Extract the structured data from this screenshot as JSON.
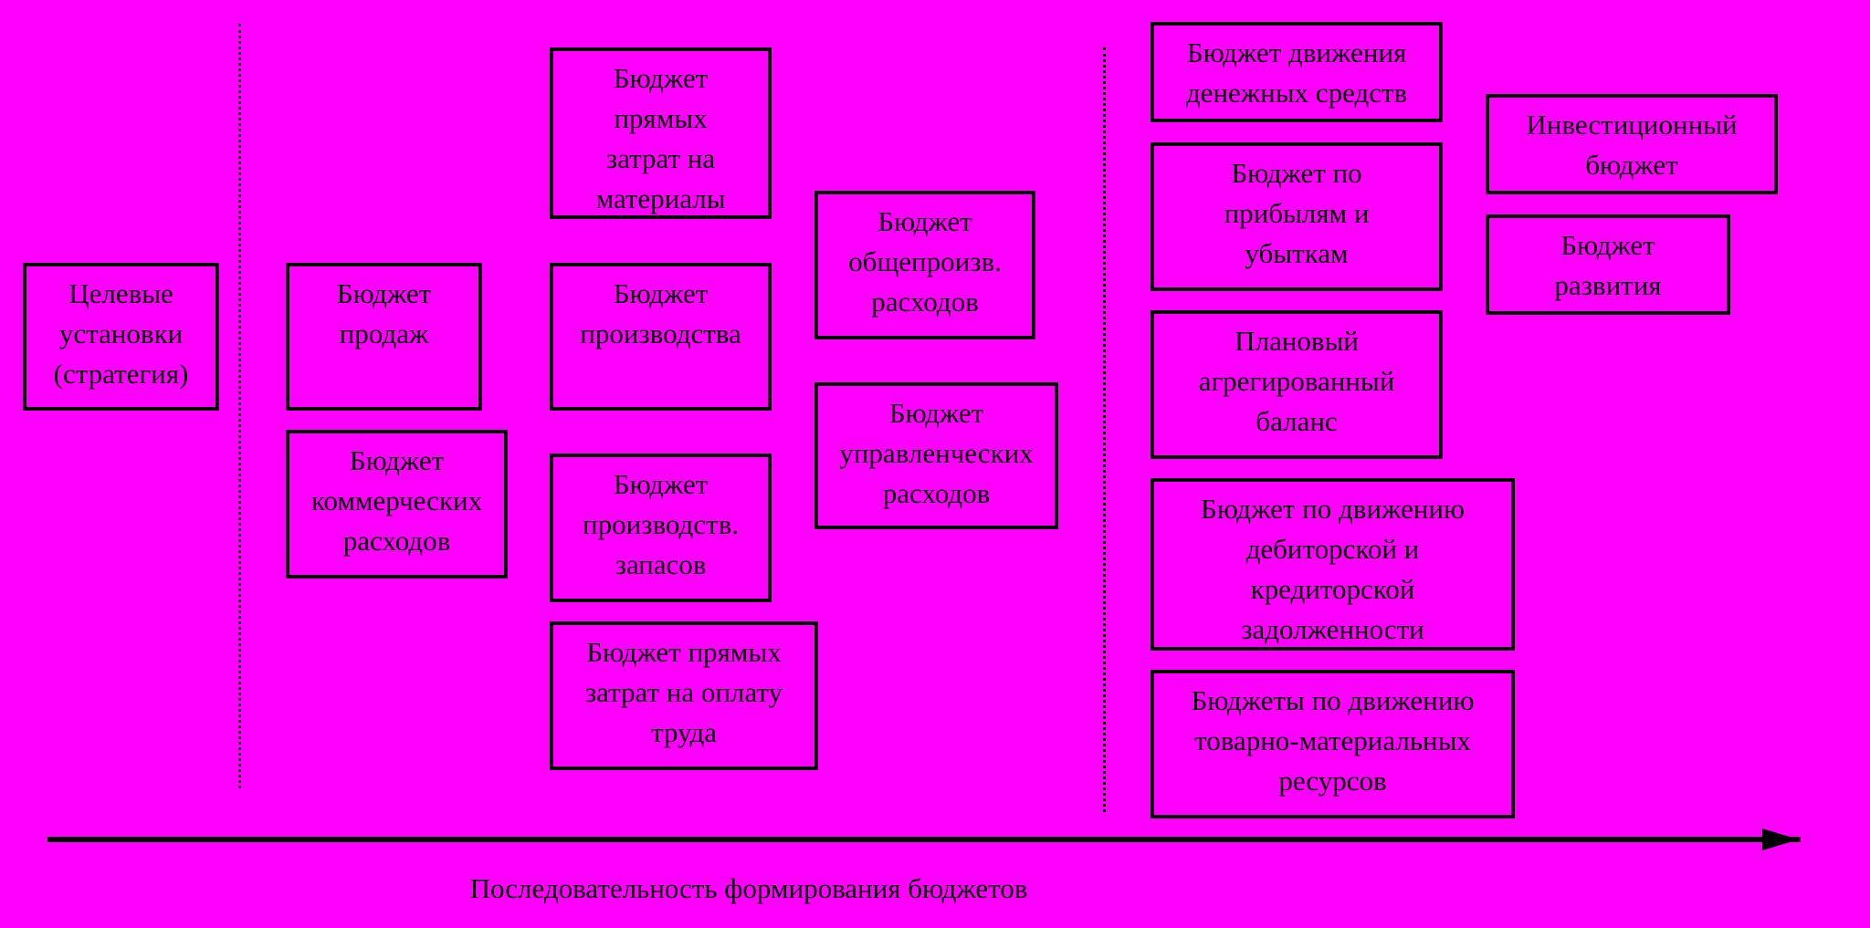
{
  "diagram": {
    "boxes": {
      "goals": "Целевые\nустановки\n(стратегия)",
      "sales": "Бюджет\nпродаж",
      "commercial": "Бюджет\nкоммерческих\nрасходов",
      "direct_materials": "Бюджет\nпрямых\nзатрат на\nматериалы",
      "production": "Бюджет\nпроизводства",
      "production_inventory": "Бюджет\nпроизводств.\nзапасов",
      "direct_labor": "Бюджет прямых\nзатрат на оплату\nтруда",
      "overhead": "Бюджет\nобщепроизв.\nрасходов",
      "administrative": "Бюджет\nуправленческих\nрасходов",
      "cash_flow": "Бюджет движения\nденежных средств",
      "profit_loss": "Бюджет по\nприбылям и\nубыткам",
      "balance": "Плановый\nагрегированный\nбаланс",
      "receivables_payables": "Бюджет по движению\nдебиторской  и\nкредиторской\nзадолженности",
      "inventory_movement": "Бюджеты по движению\nтоварно-материальных\nресурсов",
      "investment": "Инвестиционный\nбюджет",
      "development": "Бюджет\nразвития"
    },
    "axis_label": "Последовательность формирования бюджетов"
  }
}
